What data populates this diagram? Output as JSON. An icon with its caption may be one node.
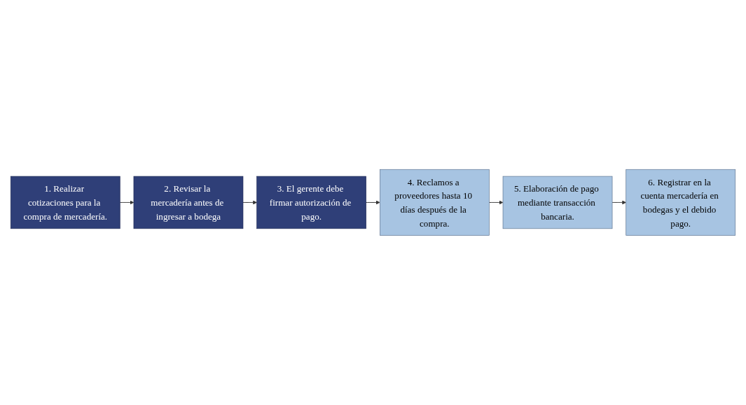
{
  "diagram": {
    "nodes": [
      {
        "text": [
          "1. Realizar cotizaciones para la compra de mercadería."
        ]
      },
      {
        "text": [
          "2. Revisar la mercadería antes de ingresar a bodega"
        ]
      },
      {
        "text": [
          "3. El gerente debe firmar autorización de pago."
        ]
      },
      {
        "text": [
          "4. Reclamos a proveedores hasta 10 días después de la compra."
        ]
      },
      {
        "text": [
          "5. Elaboración de pago mediante transacción bancaria."
        ]
      },
      {
        "text": [
          "6. Registrar en la cuenta mercadería en bodegas y el debido pago."
        ]
      }
    ],
    "edges": [
      {
        "from": 0,
        "to": 1,
        "arrow": "to"
      },
      {
        "from": 1,
        "to": 2,
        "arrow": "to"
      },
      {
        "from": 2,
        "to": 3,
        "arrow": "to"
      },
      {
        "from": 3,
        "to": 4,
        "arrow": "to"
      },
      {
        "from": 4,
        "to": 5,
        "arrow": "to"
      }
    ]
  }
}
